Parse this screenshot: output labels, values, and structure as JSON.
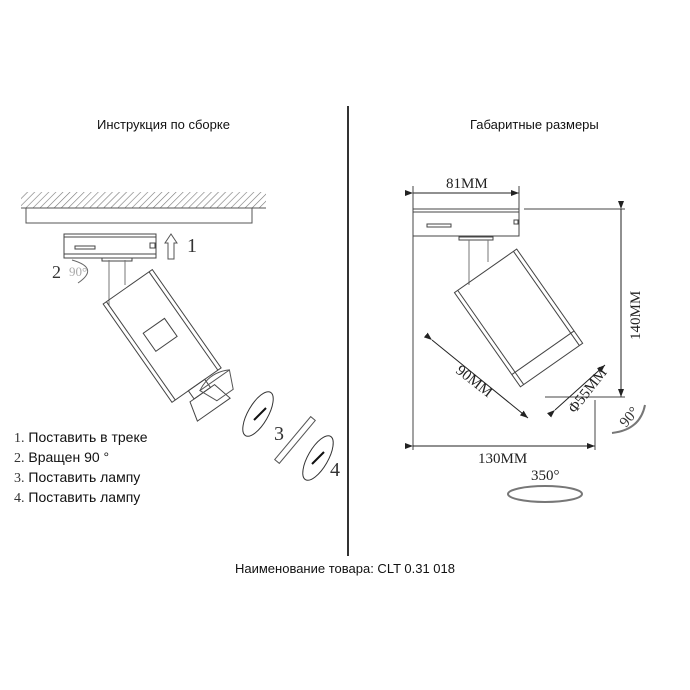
{
  "left_panel": {
    "title": "Инструкция по сборке",
    "step_markers": [
      "1",
      "2",
      "3",
      "4"
    ],
    "rotation_hint": "90°",
    "steps": [
      {
        "num": "1.",
        "text": "Поставить в треке"
      },
      {
        "num": "2.",
        "text": "Вращен 90 °"
      },
      {
        "num": "3.",
        "text": "Поставить лампу"
      },
      {
        "num": "4.",
        "text": "Поставить лампу"
      }
    ]
  },
  "right_panel": {
    "title": "Габаритные размеры",
    "dimensions": {
      "width_top": "81MM",
      "height": "140MM",
      "body_length": "90MM",
      "diameter": "Φ55MM",
      "total_width": "130MM",
      "tilt": "90°",
      "rotation": "350°"
    }
  },
  "footer": {
    "product_name": "Наименование товара: CLT 0.31 018"
  }
}
